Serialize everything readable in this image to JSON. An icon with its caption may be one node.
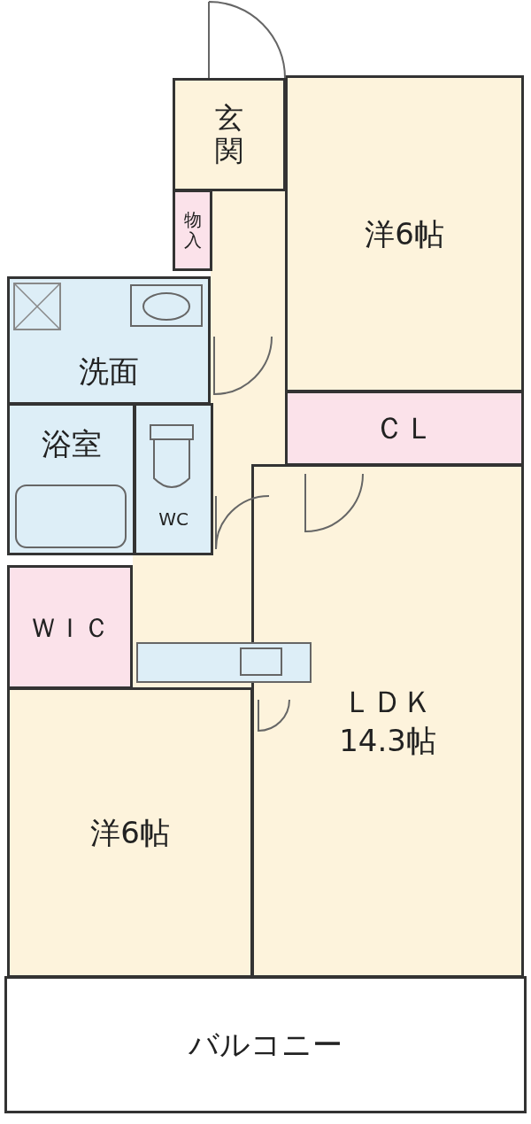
{
  "diagram": {
    "nodes": [
      {
        "text": [
          "玄関"
        ]
      },
      {
        "text": [
          "物入"
        ]
      },
      {
        "text": [
          "洋6帖"
        ]
      },
      {
        "text": [
          "洗面"
        ]
      },
      {
        "text": [
          "ＣＬ"
        ]
      },
      {
        "text": [
          "浴室"
        ]
      },
      {
        "text": [
          "WC"
        ]
      },
      {
        "text": [
          "ＷＩＣ"
        ]
      },
      {
        "text": [
          "ＬＤＫ",
          "14.3帖"
        ]
      },
      {
        "text": [
          "洋6帖"
        ]
      },
      {
        "text": [
          "バルコニー"
        ]
      }
    ],
    "edges": []
  }
}
